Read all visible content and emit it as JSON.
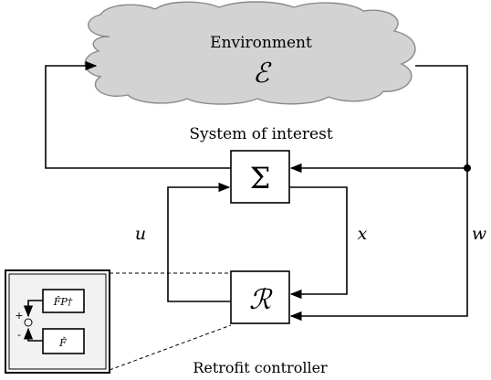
{
  "environment": {
    "title": "Environment",
    "symbol": "ℰ"
  },
  "system": {
    "caption": "System of interest",
    "symbol": "Σ"
  },
  "controller": {
    "caption": "Retrofit controller",
    "symbol": "ℛ"
  },
  "signals": {
    "u": "u",
    "x": "x",
    "w": "w"
  },
  "inset": {
    "top_block": "F̂P†",
    "bottom_block": "F̂",
    "plus_sign": "+",
    "minus_sign": "-"
  },
  "colors": {
    "cloud_fill": "#d3d3d3",
    "cloud_stroke": "#8a8a8a",
    "inset_bg": "#f2f2f2"
  }
}
